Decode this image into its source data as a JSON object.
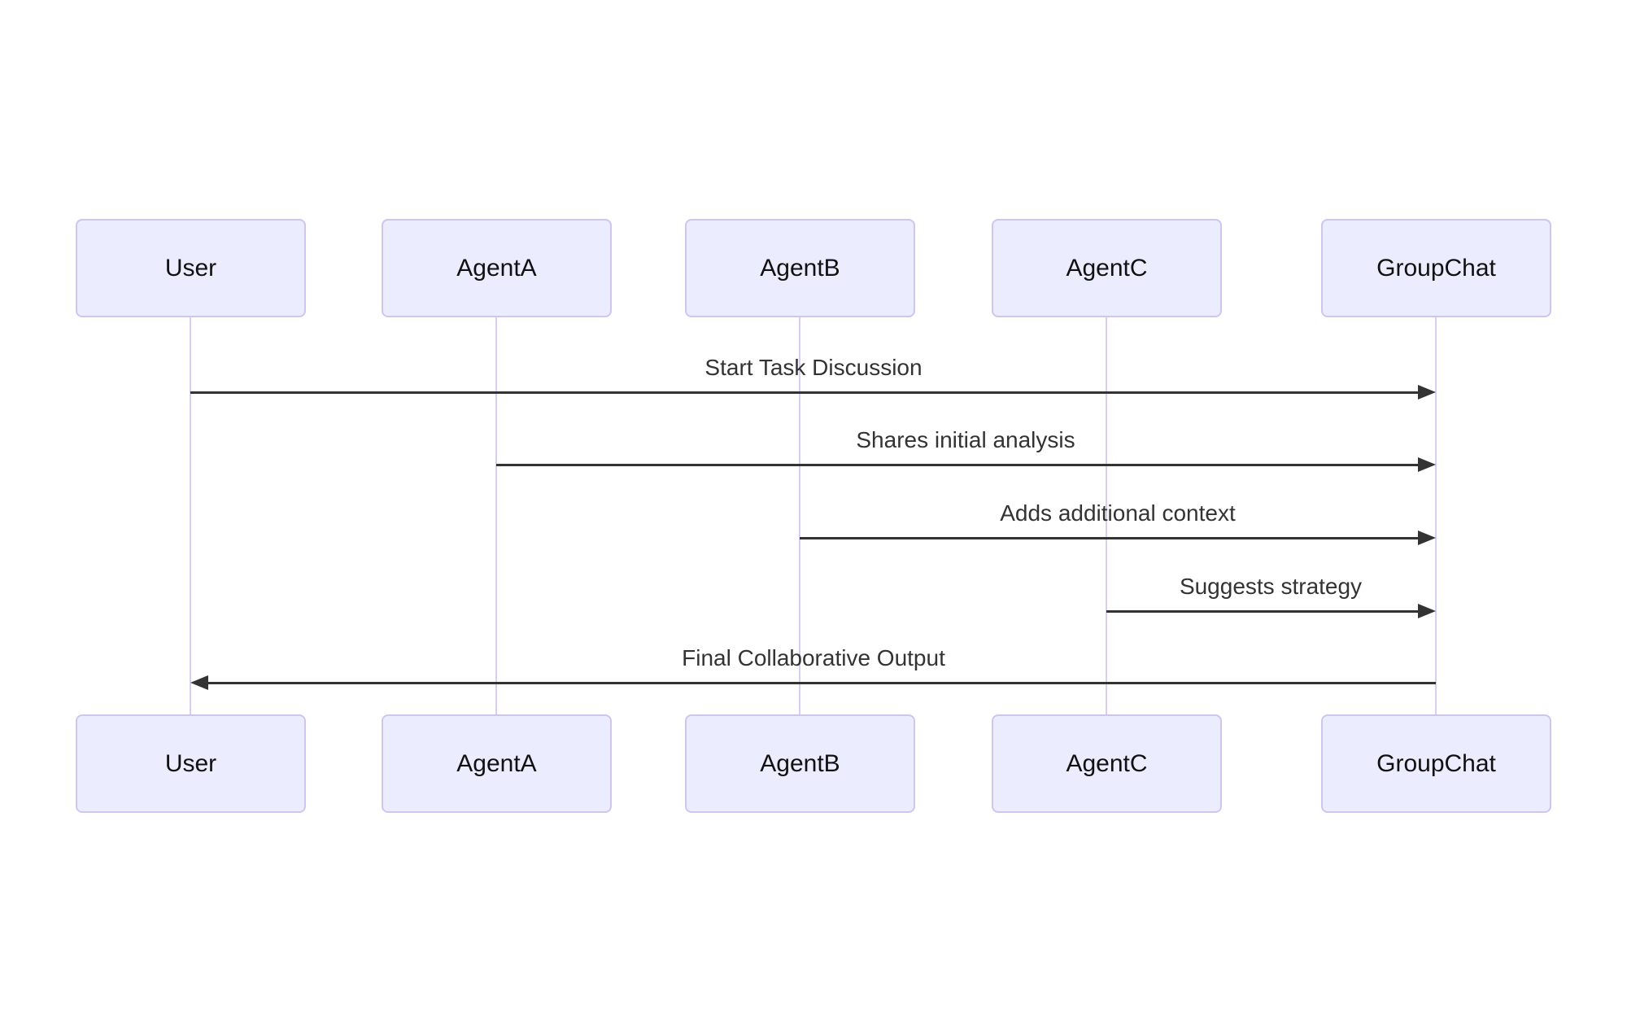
{
  "diagram": {
    "type": "sequence-diagram",
    "participants": [
      {
        "name": "User"
      },
      {
        "name": "AgentA"
      },
      {
        "name": "AgentB"
      },
      {
        "name": "AgentC"
      },
      {
        "name": "GroupChat"
      }
    ],
    "messages": [
      {
        "from": "User",
        "to": "GroupChat",
        "label": "Start Task Discussion",
        "direction": "right"
      },
      {
        "from": "AgentA",
        "to": "GroupChat",
        "label": "Shares initial analysis",
        "direction": "right"
      },
      {
        "from": "AgentB",
        "to": "GroupChat",
        "label": "Adds additional context",
        "direction": "right"
      },
      {
        "from": "AgentC",
        "to": "GroupChat",
        "label": "Suggests strategy",
        "direction": "right"
      },
      {
        "from": "GroupChat",
        "to": "User",
        "label": "Final Collaborative Output",
        "direction": "left"
      }
    ],
    "colors": {
      "actor_fill": "#ececff",
      "actor_border": "#cfc5ee",
      "lifeline": "#d9cdf2",
      "message_line": "#333333",
      "message_text": "#333333",
      "actor_text": "#111111",
      "background": "#ffffff"
    }
  }
}
